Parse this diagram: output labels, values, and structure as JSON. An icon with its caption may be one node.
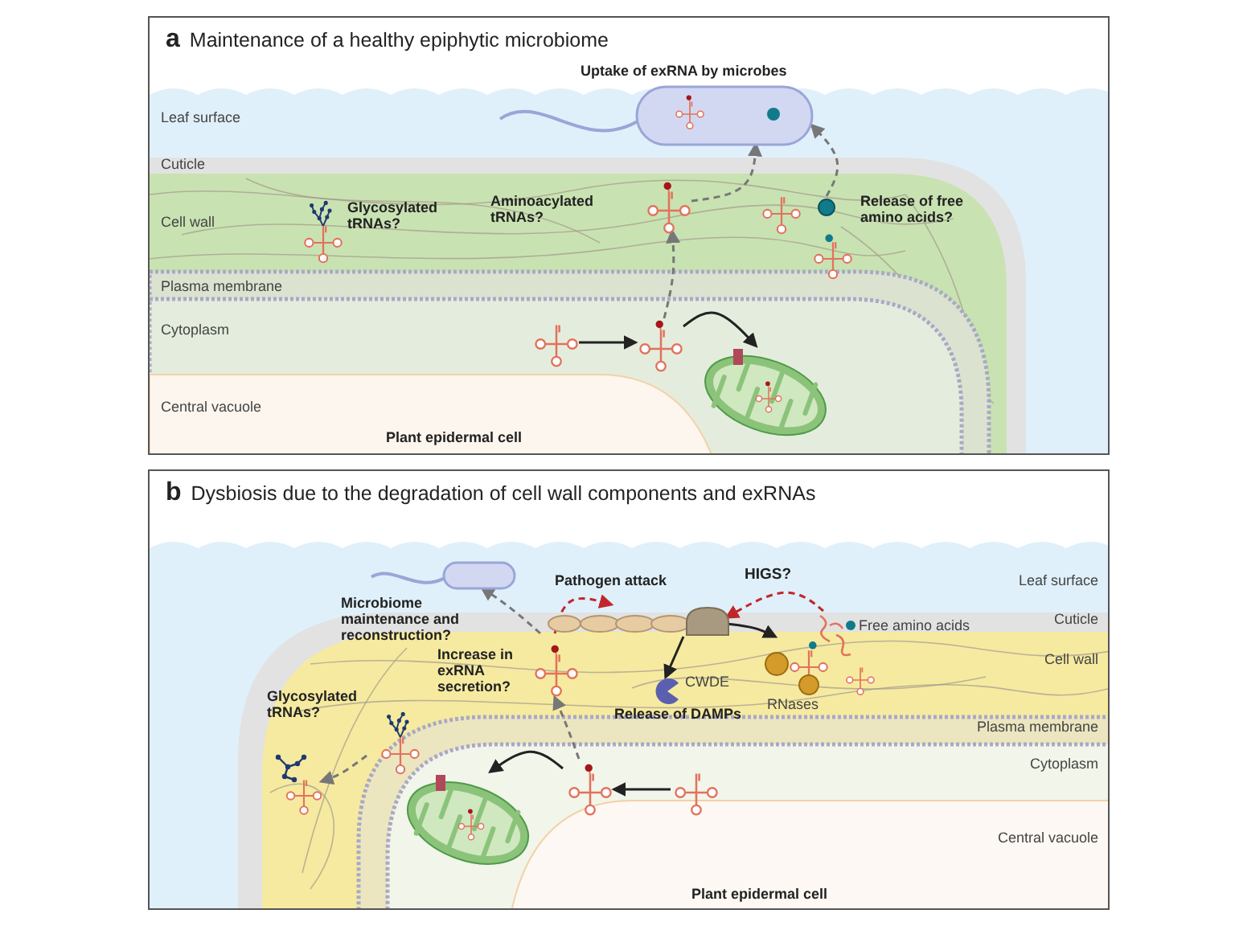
{
  "diagram": {
    "nodes": [
      {
        "text": [
          "a",
          "Maintenance of a healthy epiphytic microbiome"
        ]
      },
      {
        "text": [],
        "shape": "picture",
        "in": 0,
        "beside": [
          "Uptake of exRNA by microbes"
        ]
      },
      {
        "text": [],
        "shape": "picture",
        "in": 0
      },
      {
        "text": [],
        "shape": "picture",
        "in": 0
      },
      {
        "text": [],
        "shape": "picture",
        "in": 0
      },
      {
        "text": [],
        "shape": "picture",
        "in": 0
      },
      {
        "text": [],
        "shape": "circle",
        "in": 0
      },
      {
        "text": [
          "b",
          "Dysbiosis due to the degradation of cell wall components and exRNAs"
        ]
      },
      {
        "text": [],
        "shape": "picture",
        "in": 7
      },
      {
        "text": [],
        "shape": "picture",
        "in": 7
      },
      {
        "text": [],
        "shape": "picture",
        "in": 7
      },
      {
        "text": [],
        "shape": "picture",
        "in": 7
      },
      {
        "text": [],
        "shape": "picture",
        "in": 7
      },
      {
        "text": [],
        "shape": "picture",
        "in": 7
      },
      {
        "text": [],
        "shape": "picture",
        "in": 7
      },
      {
        "text": [],
        "shape": "picture",
        "in": 7
      },
      {
        "text": [],
        "shape": "picture",
        "in": 7
      },
      {
        "text": [],
        "shape": "picture",
        "in": 7
      },
      {
        "text": [],
        "shape": "picture",
        "in": 7
      }
    ],
    "edges": [
      {
        "from": 2,
        "to": 3,
        "arrow": "to"
      },
      {
        "from": 3,
        "to": 4,
        "arrow": "to"
      },
      {
        "from": 3,
        "to": 5,
        "arrow": "to",
        "style": "dashed",
        "color": "#777777"
      },
      {
        "from": 5,
        "to": 1,
        "arrow": "to",
        "style": "dashed",
        "color": "#777777"
      },
      {
        "from": 6,
        "to": 1,
        "arrow": "to",
        "style": "dashed",
        "color": "#777777"
      },
      {
        "from": 10,
        "to": 8,
        "arrow": "to",
        "style": "dashed",
        "color": "#777777"
      },
      {
        "from": 10,
        "to": 9,
        "arrow": "to",
        "style": "dashed",
        "color": "#c0272d"
      },
      {
        "from": 11,
        "to": 9,
        "arrow": "to",
        "label": "HIGS?",
        "style": "dashed",
        "color": "#c0272d"
      },
      {
        "from": 9,
        "to": 12,
        "arrow": "to"
      },
      {
        "from": 9,
        "to": 13,
        "arrow": "to"
      },
      {
        "from": 14,
        "to": 15,
        "arrow": "to"
      },
      {
        "from": 15,
        "to": 16,
        "arrow": "to"
      },
      {
        "from": 15,
        "to": 10,
        "arrow": "to",
        "style": "dashed",
        "color": "#777777"
      },
      {
        "from": 17,
        "to": 18,
        "arrow": "to",
        "style": "dashed",
        "color": "#777777"
      }
    ],
    "labels": [
      "Leaf surface",
      "Cuticle",
      "Cell wall",
      "Glycosylated tRNAs?",
      "Aminoacylated tRNAs?",
      "Release of free amino acids?",
      "Plasma membrane",
      "Cytoplasm",
      "Central vacuole",
      "Plant epidermal cell",
      "Pathogen attack",
      "Leaf surface",
      "Microbiome maintenance and reconstruction?",
      "Cuticle",
      "Free amino acids",
      "Increase in exRNA secretion?",
      "CWDE",
      "Cell wall",
      "Glycosylated tRNAs?",
      "Release of DAMPs",
      "RNases",
      "Plasma membrane",
      "Cytoplasm",
      "Central vacuole",
      "Plant epidermal cell"
    ]
  }
}
